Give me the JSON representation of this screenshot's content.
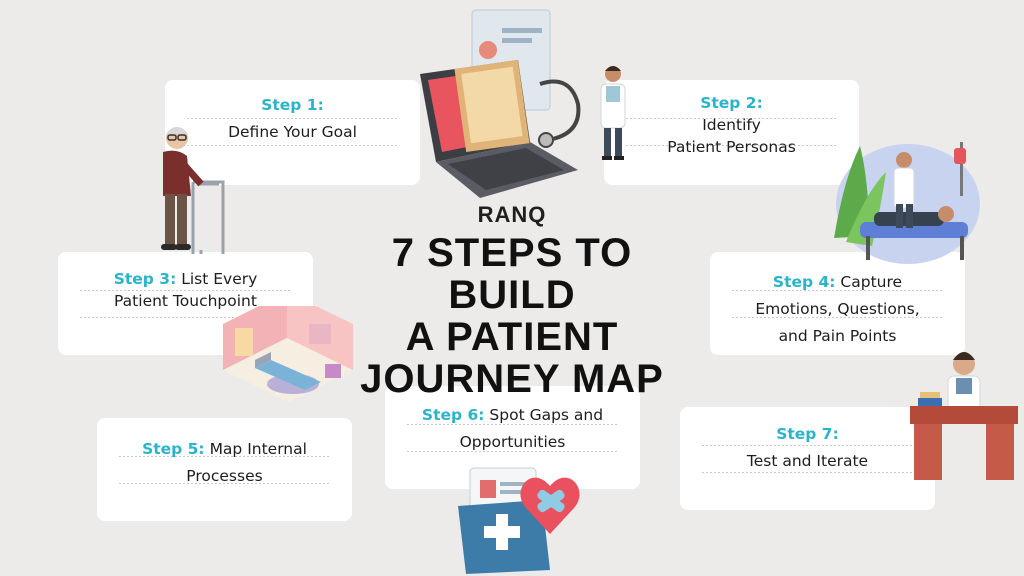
{
  "brand": {
    "logo_text": "RANQ"
  },
  "title": {
    "line1": "7 STEPS TO BUILD",
    "line2": "A PATIENT",
    "line3": "JOURNEY MAP"
  },
  "steps": [
    {
      "label": "Step 1:",
      "line1": "Define Your Goal",
      "line2": ""
    },
    {
      "label": "Step 2:",
      "line1": "Identify",
      "line2": "Patient Personas"
    },
    {
      "label": "Step 3:",
      "line1": "List Every",
      "line2": "Patient Touchpoint"
    },
    {
      "label": "Step 4:",
      "line1": "Capture",
      "line2": "Emotions, Questions,",
      "line3": "and Pain Points"
    },
    {
      "label": "Step 5:",
      "line1": "Map Internal",
      "line2": "Processes"
    },
    {
      "label": "Step 6:",
      "line1": "Spot Gaps and",
      "line2": "Opportunities"
    },
    {
      "label": "Step 7:",
      "line1": "Test and Iterate",
      "line2": ""
    }
  ],
  "colors": {
    "accent": "#2bb3c9",
    "background": "#ecebe9",
    "title": "#111111"
  },
  "illustrations": [
    "laptop-folder-stethoscope-illustration",
    "doctor-standing-illustration",
    "elderly-man-walker-illustration",
    "doctor-patient-bed-illustration",
    "hospital-room-illustration",
    "doctor-at-desk-illustration",
    "medical-folder-heart-illustration"
  ]
}
